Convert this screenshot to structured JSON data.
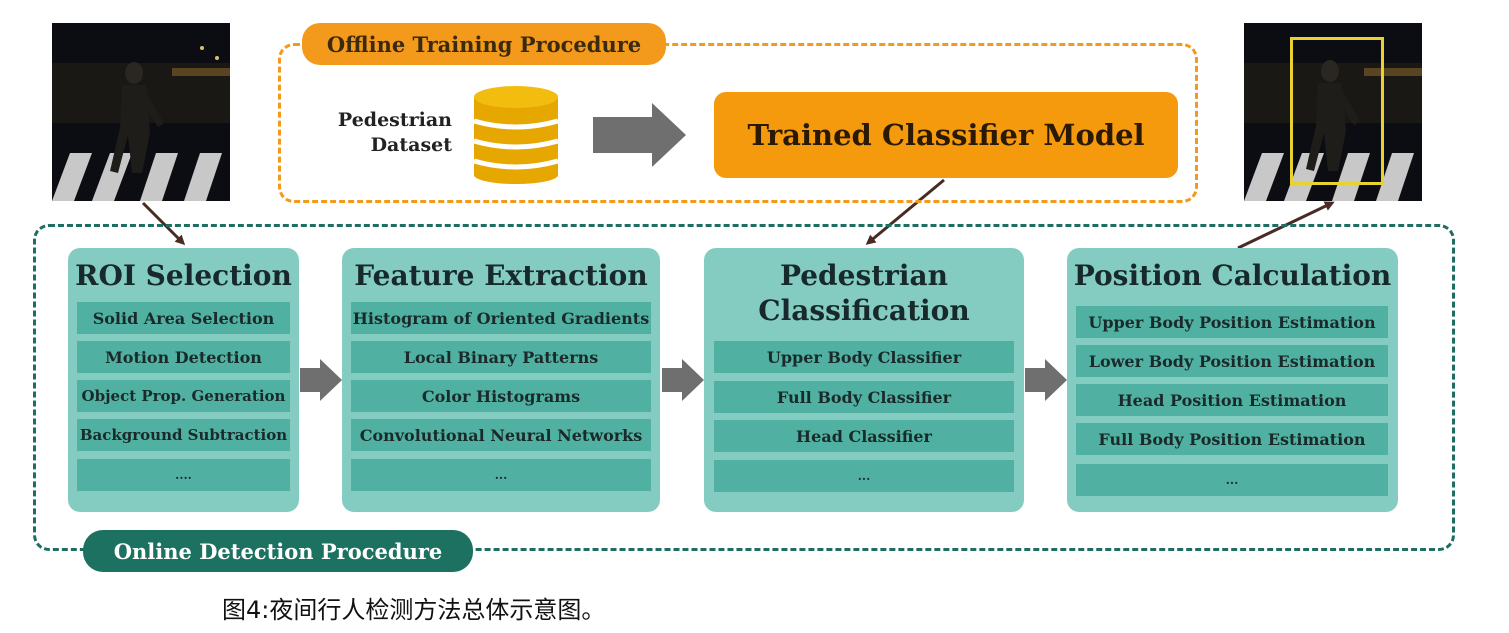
{
  "offline": {
    "tag": "Offline Training Procedure",
    "dataset_label_line1": "Pedestrian",
    "dataset_label_line2": "Dataset",
    "model": "Trained Classifier Model"
  },
  "online": {
    "tag": "Online Detection Procedure",
    "stages": [
      {
        "title": "ROI Selection",
        "items": [
          "Solid Area Selection",
          "Motion Detection",
          "Object Prop. Generation",
          "Background Subtraction",
          "...."
        ]
      },
      {
        "title": "Feature Extraction",
        "items": [
          "Histogram of Oriented Gradients",
          "Local Binary Patterns",
          "Color Histograms",
          "Convolutional Neural Networks",
          "..."
        ]
      },
      {
        "title_line1": "Pedestrian",
        "title_line2": "Classification",
        "items": [
          "Upper Body Classifier",
          "Full Body Classifier",
          "Head Classifier",
          "..."
        ]
      },
      {
        "title": "Position Calculation",
        "items": [
          "Upper Body Position Estimation",
          "Lower Body Position Estimation",
          "Head Position Estimation",
          "Full Body Position Estimation",
          "..."
        ]
      }
    ]
  },
  "caption": "图4:夜间行人检测方法总体示意图。",
  "colors": {
    "orange": "#f39a1c",
    "teal_dark": "#1c7160",
    "teal_stage": "#84ccc2",
    "teal_item": "#50b0a2",
    "detection_box": "#e8d232"
  }
}
